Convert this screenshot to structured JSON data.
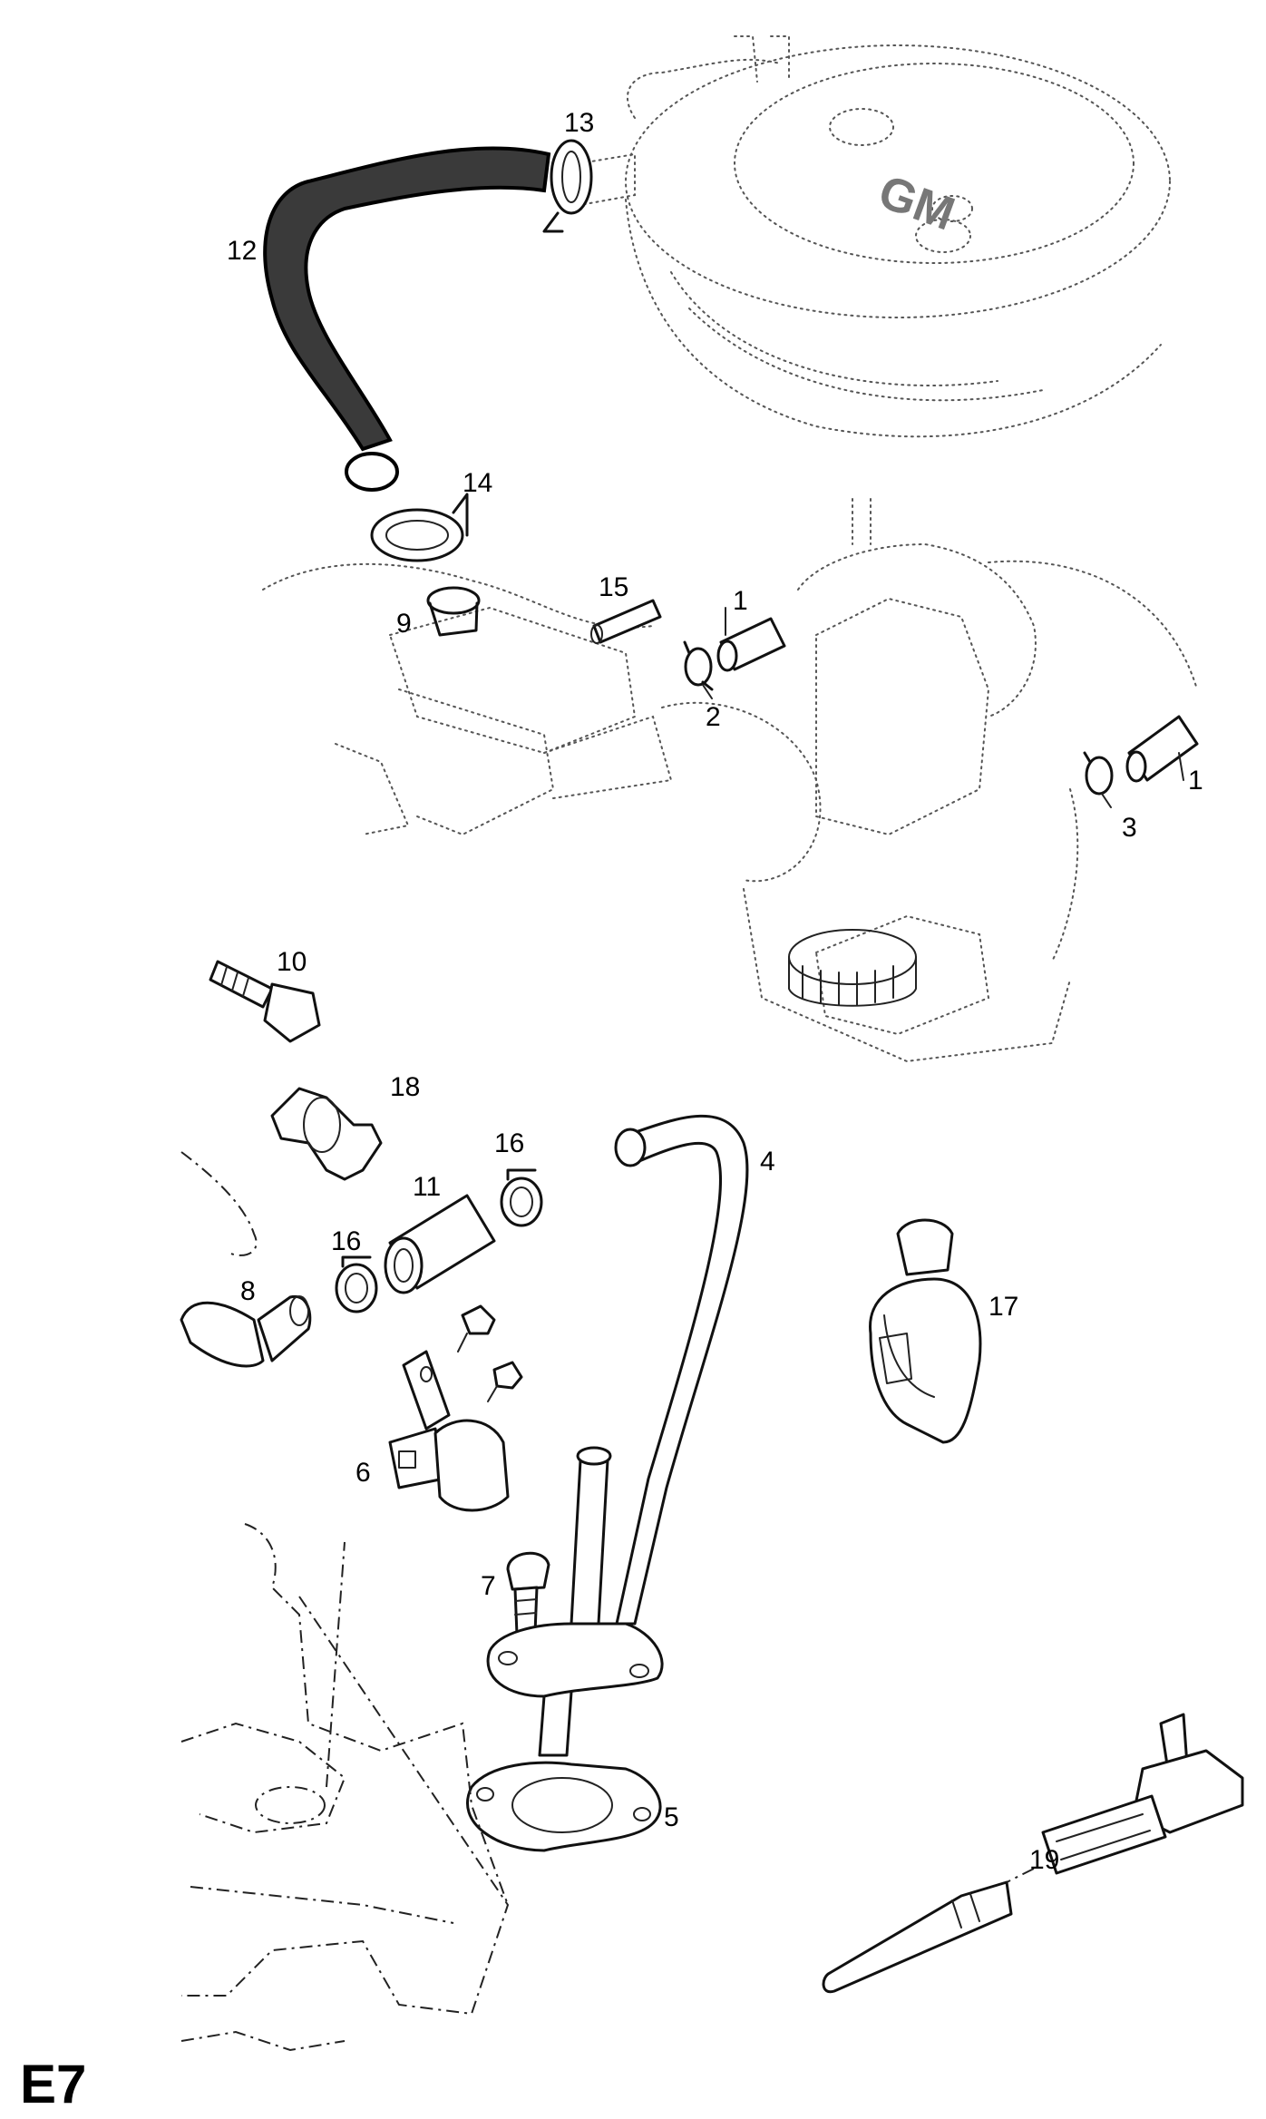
{
  "diagram": {
    "sheet_id": "E7",
    "labels": {
      "p1a": "1",
      "p1b": "1",
      "p2": "2",
      "p3": "3",
      "p4": "4",
      "p5": "5",
      "p6": "6",
      "p7": "7",
      "p8": "8",
      "p9": "9",
      "p10": "10",
      "p11": "11",
      "p12": "12",
      "p13": "13",
      "p14": "14",
      "p15": "15",
      "p16a": "16",
      "p16b": "16",
      "p17": "17",
      "p18": "18",
      "p19": "19"
    },
    "logo_text": "GM"
  }
}
